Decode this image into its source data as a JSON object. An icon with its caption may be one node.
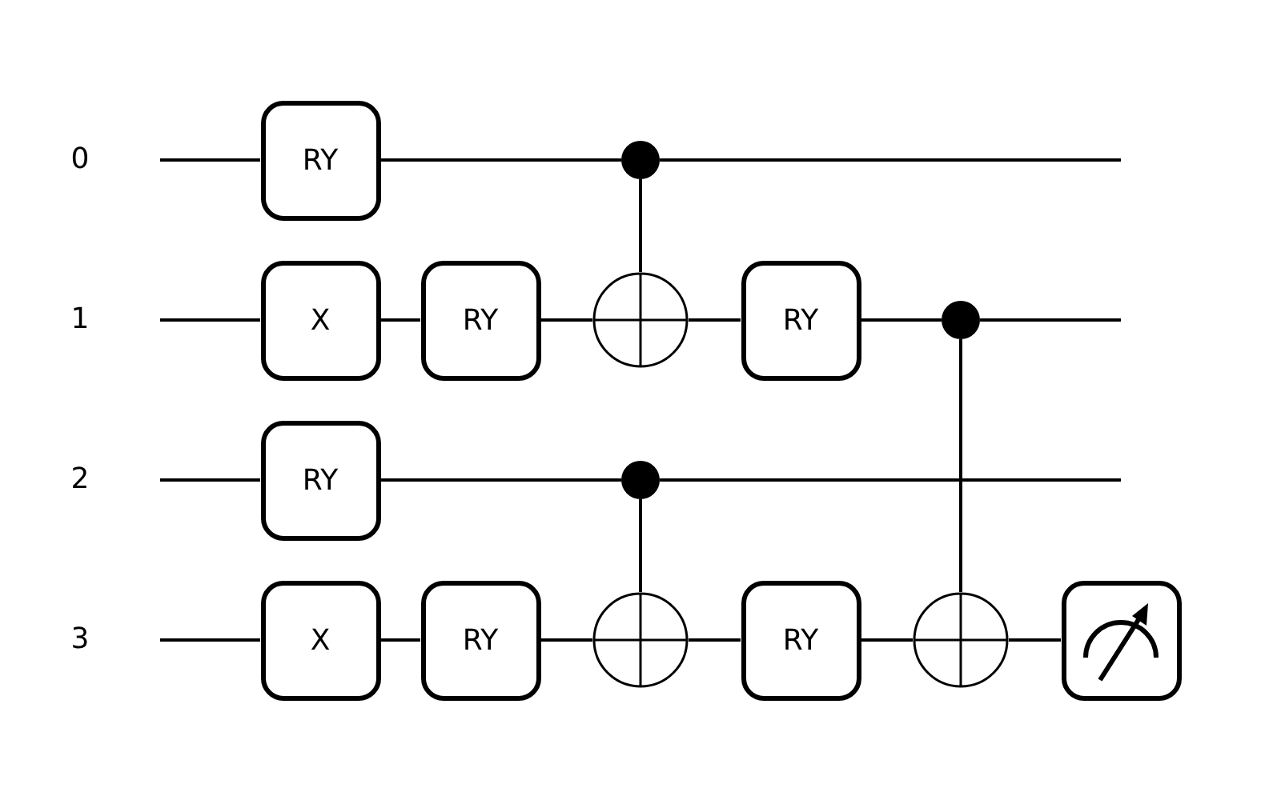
{
  "diagram": {
    "nodes": [
      {
        "text": [
          "RY"
        ]
      },
      {
        "text": [],
        "shape": "dot"
      },
      {
        "text": [
          "X"
        ]
      },
      {
        "text": [
          "RY"
        ]
      },
      {
        "text": [],
        "shape": "circle"
      },
      {
        "text": [
          "RY"
        ]
      },
      {
        "text": [],
        "shape": "dot"
      },
      {
        "text": [
          "RY"
        ]
      },
      {
        "text": [],
        "shape": "dot"
      },
      {
        "text": [
          "X"
        ]
      },
      {
        "text": [
          "RY"
        ]
      },
      {
        "text": [],
        "shape": "circle"
      },
      {
        "text": [
          "RY"
        ]
      },
      {
        "text": [],
        "shape": "circle"
      },
      {
        "text": [],
        "shape": "box"
      }
    ],
    "edges": [
      {
        "from": null,
        "to": 0,
        "arrow": "none"
      },
      {
        "from": 0,
        "to": 1,
        "arrow": "none"
      },
      {
        "from": 1,
        "to": null,
        "arrow": "none"
      },
      {
        "from": null,
        "to": 2,
        "arrow": "none"
      },
      {
        "from": 2,
        "to": 3,
        "arrow": "none"
      },
      {
        "from": 3,
        "to": 4,
        "arrow": "none"
      },
      {
        "from": 4,
        "to": 5,
        "arrow": "none"
      },
      {
        "from": 5,
        "to": 6,
        "arrow": "none"
      },
      {
        "from": 6,
        "to": null,
        "arrow": "none"
      },
      {
        "from": null,
        "to": 7,
        "arrow": "none"
      },
      {
        "from": 7,
        "to": 8,
        "arrow": "none"
      },
      {
        "from": 8,
        "to": null,
        "arrow": "none"
      },
      {
        "from": null,
        "to": 9,
        "arrow": "none"
      },
      {
        "from": 9,
        "to": 10,
        "arrow": "none"
      },
      {
        "from": 10,
        "to": 11,
        "arrow": "none"
      },
      {
        "from": 11,
        "to": 12,
        "arrow": "none"
      },
      {
        "from": 12,
        "to": 13,
        "arrow": "none"
      },
      {
        "from": 13,
        "to": 14,
        "arrow": "none"
      },
      {
        "from": 1,
        "to": 4,
        "arrow": "none"
      },
      {
        "from": 8,
        "to": 11,
        "arrow": "none"
      },
      {
        "from": 6,
        "to": 13,
        "arrow": "none"
      }
    ],
    "labels": [
      "0",
      "1",
      "2",
      "3"
    ]
  }
}
